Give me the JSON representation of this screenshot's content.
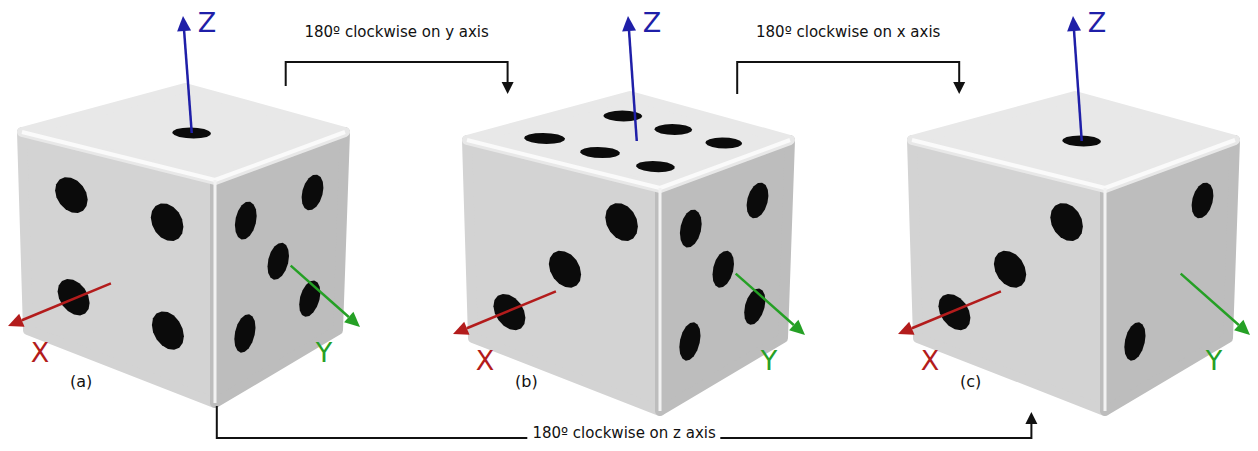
{
  "diagram": {
    "nodes": [
      {
        "text": [
          "(a)"
        ]
      },
      {
        "text": [
          "(b)"
        ]
      },
      {
        "text": [
          "(c)"
        ]
      }
    ],
    "edges": [
      {
        "from": 0,
        "to": 1,
        "arrow": "to",
        "label": "180º clockwise on y axis"
      },
      {
        "from": 1,
        "to": 2,
        "arrow": "to",
        "label": "180º clockwise on x axis"
      },
      {
        "from": 0,
        "to": 2,
        "arrow": "to",
        "label": "180º clockwise on z axis"
      }
    ],
    "labels": [
      "Z",
      "X",
      "Y",
      "Z",
      "X",
      "Y",
      "Z",
      "X",
      "Y"
    ]
  }
}
